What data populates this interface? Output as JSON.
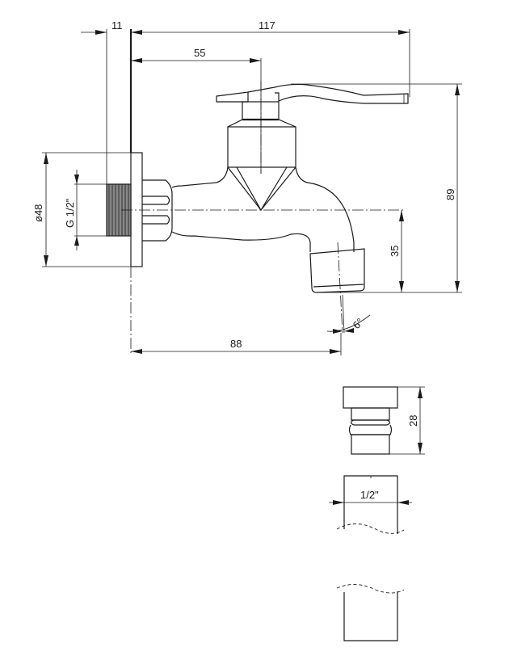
{
  "drawing": {
    "dimensions": {
      "wall_offset": "11",
      "total_length": "117",
      "handle_axis": "55",
      "height": "89",
      "spout_drop": "35",
      "spout_reach": "88",
      "flange_diameter": "ø48",
      "thread": "G 1/2\"",
      "angle": "6°",
      "aerator_height": "28",
      "pipe_size": "1/2\""
    }
  }
}
